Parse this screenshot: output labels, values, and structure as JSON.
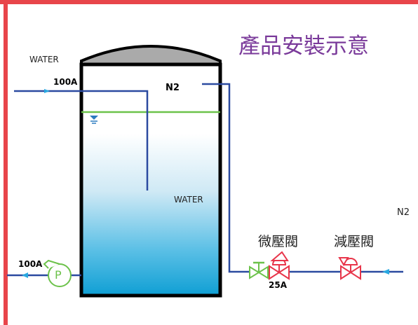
{
  "title": "產品安裝示意",
  "labels": {
    "water_inlet": "WATER",
    "inlet_size": "100A",
    "n2_port": "N2",
    "water_in_tank": "WATER",
    "n2_supply": "N2",
    "micro_valve": "微壓閥",
    "reducing_valve": "減壓閥",
    "outlet_size": "100A",
    "valve_size": "25A",
    "pump": "P"
  },
  "colors": {
    "frame": "#e8454a",
    "pipe": "#2b4aa0",
    "water_level": "#6cc24a",
    "liquid": "#1aa6d8",
    "tank_roof": "#aaaaaa",
    "micro_valve": "#e8354a",
    "check_valve": "#6cc24a",
    "flow_arrow": "#29a8e0",
    "title": "#7a3a9a"
  },
  "icons": {
    "pump": "pump-icon",
    "gate_valve": "gate-valve-icon",
    "pressure_valve": "pressure-valve-icon",
    "water_level_marker": "water-level-icon",
    "flow_arrow": "flow-arrow-icon"
  }
}
